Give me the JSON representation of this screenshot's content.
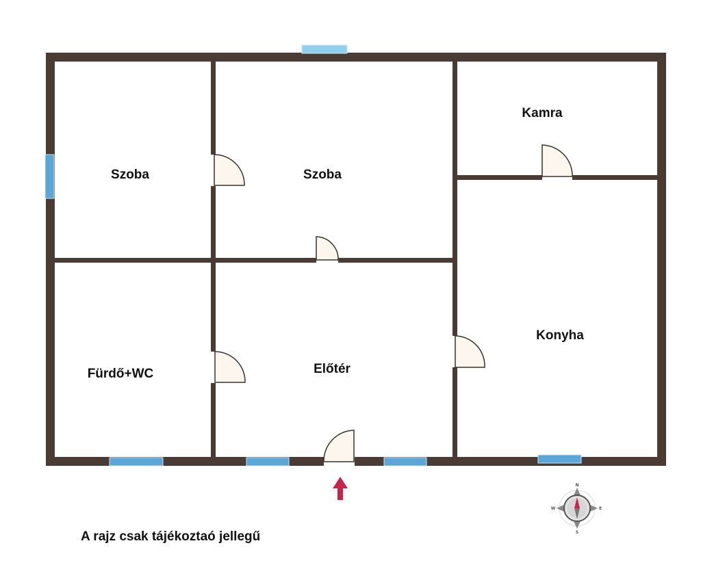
{
  "rooms": {
    "szoba_left": "Szoba",
    "szoba_center": "Szoba",
    "kamra": "Kamra",
    "konyha": "Konyha",
    "furdo": "Fürdő+WC",
    "eloter": "Előtér"
  },
  "note": "A rajz csak tájékoztaó jellegű",
  "compass": {
    "n": "N",
    "s": "S",
    "e": "E",
    "w": "W"
  },
  "colors": {
    "wall": "#4a3c35",
    "window_blue": "#5ba6d6",
    "window_light_blue": "#8fd0ef",
    "door_fill": "#fcf6ee",
    "entrance_arrow": "#c8244a"
  }
}
